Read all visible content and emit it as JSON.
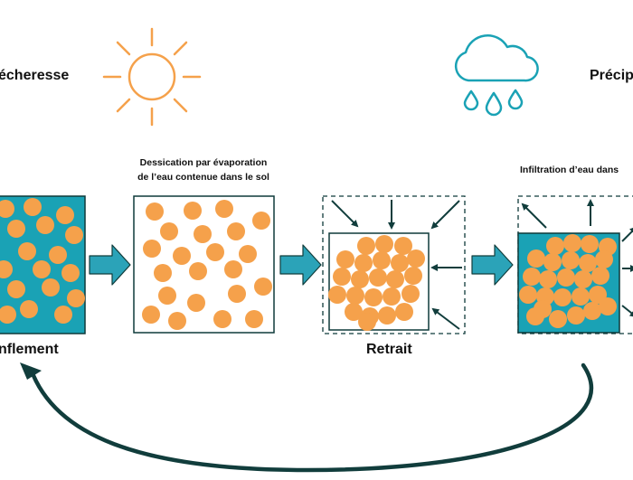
{
  "labels": {
    "secheresse": "écheresse",
    "precipitation": "Précip",
    "gonflement": "nflement",
    "retrait": "Retrait",
    "dessication_line1": "Dessication par évaporation",
    "dessication_line2": "de l’eau contenue dans le sol",
    "infiltration": "Infiltration d’eau dans"
  },
  "icons": [
    "sun-icon",
    "rain-cloud-icon"
  ],
  "colors": {
    "teal": "#1aa2b5",
    "orange": "#f5a14b",
    "dark": "#113d3c",
    "arrow_fill": "#2ba3b8"
  }
}
